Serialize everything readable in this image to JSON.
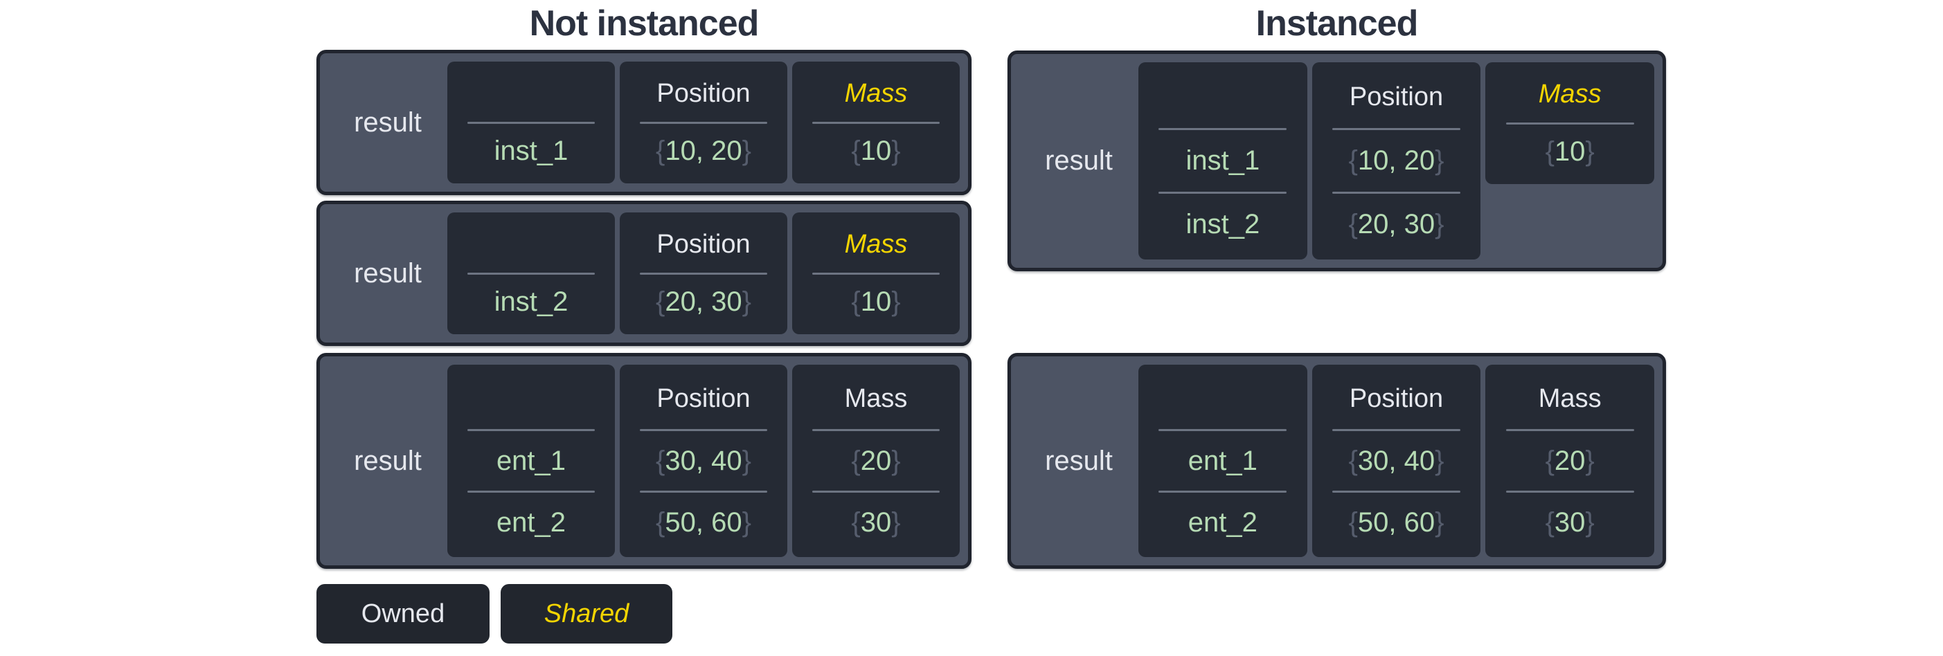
{
  "titles": {
    "not_instanced": "Not instanced",
    "instanced": "Instanced"
  },
  "legend": {
    "owned_label": "Owned",
    "shared_label": "Shared"
  },
  "colors": {
    "page_bg": "#ffffff",
    "table_bg": "#4d5464",
    "table_border": "#20242e",
    "cell_bg": "#252a34",
    "owned_text": "#e6e8ee",
    "shared_text": "#f5d500",
    "value_text": "#b6dbb4",
    "brace_text": "#565d6d",
    "separator": "#6d7482",
    "title_text": "#2c3240",
    "legend_bg": "#22262e"
  },
  "tables": {
    "not_instanced": [
      {
        "label": "result",
        "columns": [
          {
            "header": "",
            "header_style": "owned",
            "values": [
              {
                "name": "inst_1"
              }
            ]
          },
          {
            "header": "Position",
            "header_style": "owned",
            "values": [
              {
                "open": "{",
                "numbers": "10, 20",
                "close": "}"
              }
            ]
          },
          {
            "header": "Mass",
            "header_style": "shared",
            "values": [
              {
                "open": "{",
                "numbers": "10",
                "close": "}"
              }
            ]
          }
        ]
      },
      {
        "label": "result",
        "columns": [
          {
            "header": "",
            "header_style": "owned",
            "values": [
              {
                "name": "inst_2"
              }
            ]
          },
          {
            "header": "Position",
            "header_style": "owned",
            "values": [
              {
                "open": "{",
                "numbers": "20, 30",
                "close": "}"
              }
            ]
          },
          {
            "header": "Mass",
            "header_style": "shared",
            "values": [
              {
                "open": "{",
                "numbers": "10",
                "close": "}"
              }
            ]
          }
        ]
      },
      {
        "label": "result",
        "columns": [
          {
            "header": "",
            "header_style": "owned",
            "values": [
              {
                "name": "ent_1"
              },
              {
                "name": "ent_2"
              }
            ]
          },
          {
            "header": "Position",
            "header_style": "owned",
            "values": [
              {
                "open": "{",
                "numbers": "30, 40",
                "close": "}"
              },
              {
                "open": "{",
                "numbers": "50, 60",
                "close": "}"
              }
            ]
          },
          {
            "header": "Mass",
            "header_style": "owned",
            "values": [
              {
                "open": "{",
                "numbers": "20",
                "close": "}"
              },
              {
                "open": "{",
                "numbers": "30",
                "close": "}"
              }
            ]
          }
        ]
      }
    ],
    "instanced": [
      {
        "label": "result",
        "columns": [
          {
            "header": "",
            "header_style": "owned",
            "values": [
              {
                "name": "inst_1"
              },
              {
                "name": "inst_2"
              }
            ]
          },
          {
            "header": "Position",
            "header_style": "owned",
            "values": [
              {
                "open": "{",
                "numbers": "10, 20",
                "close": "}"
              },
              {
                "open": "{",
                "numbers": "20, 30",
                "close": "}"
              }
            ]
          },
          {
            "header": "Mass",
            "header_style": "shared",
            "short": true,
            "values": [
              {
                "open": "{",
                "numbers": "10",
                "close": "}"
              }
            ]
          }
        ]
      },
      {
        "label": "result",
        "columns": [
          {
            "header": "",
            "header_style": "owned",
            "values": [
              {
                "name": "ent_1"
              },
              {
                "name": "ent_2"
              }
            ]
          },
          {
            "header": "Position",
            "header_style": "owned",
            "values": [
              {
                "open": "{",
                "numbers": "30, 40",
                "close": "}"
              },
              {
                "open": "{",
                "numbers": "50, 60",
                "close": "}"
              }
            ]
          },
          {
            "header": "Mass",
            "header_style": "owned",
            "values": [
              {
                "open": "{",
                "numbers": "20",
                "close": "}"
              },
              {
                "open": "{",
                "numbers": "30",
                "close": "}"
              }
            ]
          }
        ]
      }
    ]
  }
}
